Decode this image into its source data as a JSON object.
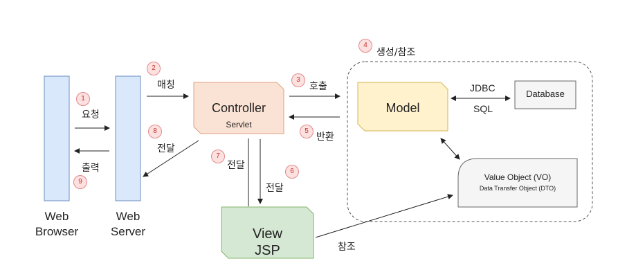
{
  "nodes": {
    "web_browser": [
      "Web",
      "Browser"
    ],
    "web_server": [
      "Web",
      "Server"
    ],
    "controller": {
      "title": "Controller",
      "subtitle": "Servlet"
    },
    "model": "Model",
    "database": "Database",
    "view": [
      "View",
      "JSP"
    ],
    "vo": {
      "title": "Value Object (VO)",
      "subtitle": "Data Transfer Object (DTO)"
    }
  },
  "labels": {
    "request": "요청",
    "output": "출력",
    "mapping": "매칭",
    "deliver_8": "전달",
    "call": "호출",
    "return": "반환",
    "create_ref": "생성/참조",
    "jdbc": "JDBC",
    "sql": "SQL",
    "deliver_7": "전달",
    "deliver_6": "전달",
    "reference": "참조"
  },
  "steps": [
    "1",
    "2",
    "3",
    "4",
    "5",
    "6",
    "7",
    "8",
    "9"
  ],
  "colors": {
    "browser_fill": "#dae8fc",
    "browser_stroke": "#6c8ebf",
    "controller_fill": "#fae3d4",
    "controller_stroke": "#e0a080",
    "model_fill": "#fff2cc",
    "model_stroke": "#d6b656",
    "view_fill": "#d5e8d4",
    "view_stroke": "#82b366",
    "gray_fill": "#f5f5f5",
    "gray_stroke": "#666666",
    "badge_fill": "#fde0e0",
    "badge_stroke": "#e08a8a"
  }
}
